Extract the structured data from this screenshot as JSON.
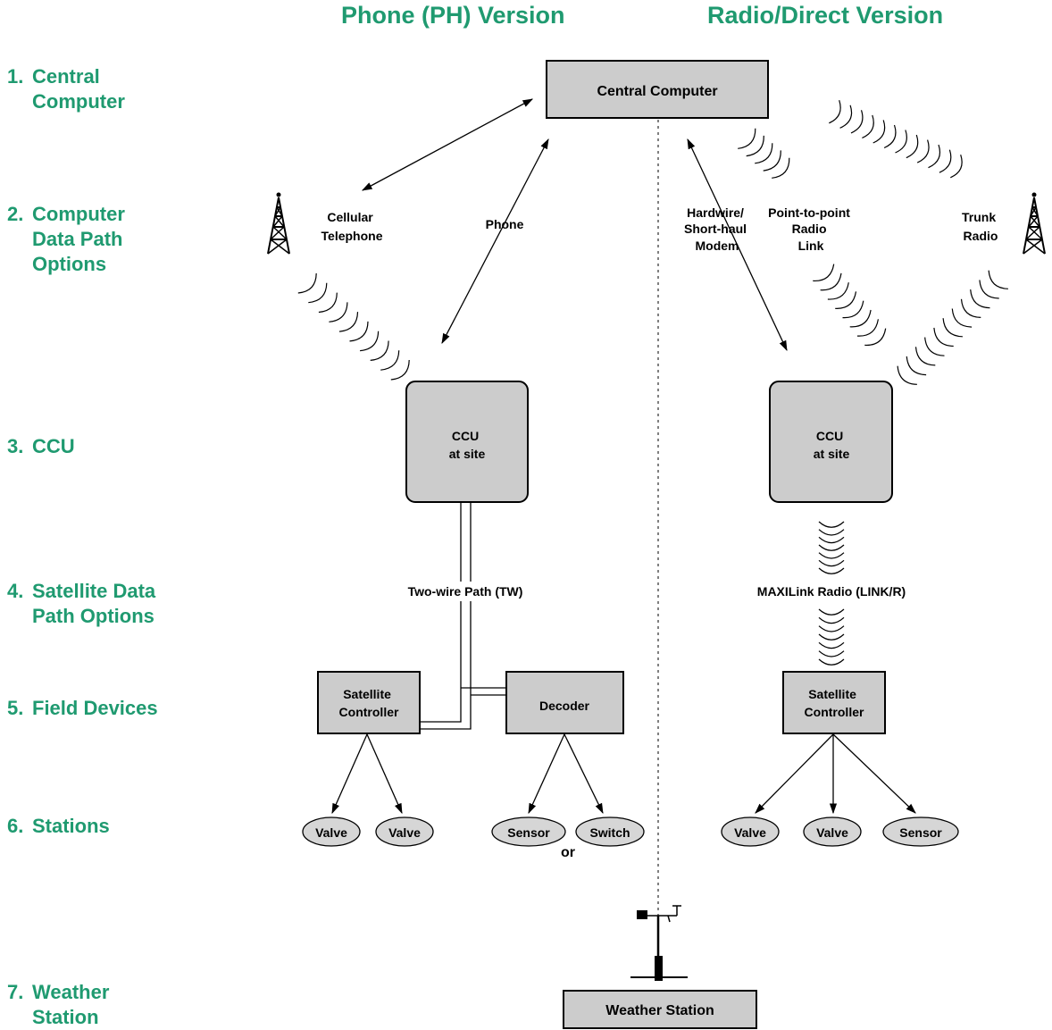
{
  "headers": {
    "phone": "Phone (PH) Version",
    "radio": "Radio/Direct Version"
  },
  "steps": [
    {
      "num": "1.",
      "lines": [
        "Central",
        "Computer"
      ]
    },
    {
      "num": "2.",
      "lines": [
        "Computer",
        "Data Path",
        "Options"
      ]
    },
    {
      "num": "3.",
      "lines": [
        "CCU"
      ]
    },
    {
      "num": "4.",
      "lines": [
        "Satellite Data",
        "Path Options"
      ]
    },
    {
      "num": "5.",
      "lines": [
        "Field Devices"
      ]
    },
    {
      "num": "6.",
      "lines": [
        "Stations"
      ]
    },
    {
      "num": "7.",
      "lines": [
        "Weather",
        "Station"
      ]
    }
  ],
  "nodes": {
    "central_computer": "Central Computer",
    "ccu_left": [
      "CCU",
      "at site"
    ],
    "ccu_right": [
      "CCU",
      "at site"
    ],
    "satellite_left": [
      "Satellite",
      "Controller"
    ],
    "decoder": "Decoder",
    "satellite_right": [
      "Satellite",
      "Controller"
    ],
    "weather_station": "Weather Station"
  },
  "paths": {
    "cellular": [
      "Cellular",
      "Telephone"
    ],
    "phone": "Phone",
    "hardwire": [
      "Hardwire/",
      "Short-haul",
      "Modem"
    ],
    "p2p": [
      "Point-to-point",
      "Radio",
      "Link"
    ],
    "trunk": [
      "Trunk",
      "Radio"
    ],
    "two_wire": "Two-wire Path (TW)",
    "maxilink": "MAXILink Radio (LINK/R)"
  },
  "stations": {
    "left_valve_1": "Valve",
    "left_valve_2": "Valve",
    "sensor_left": "Sensor",
    "switch": "Switch",
    "or_label": "or",
    "right_valve_1": "Valve",
    "right_valve_2": "Valve",
    "sensor_right": "Sensor"
  },
  "colors": {
    "accent": "#1f9a70",
    "box_fill": "#cccccc",
    "ellipse_fill": "#d6d6d6"
  }
}
